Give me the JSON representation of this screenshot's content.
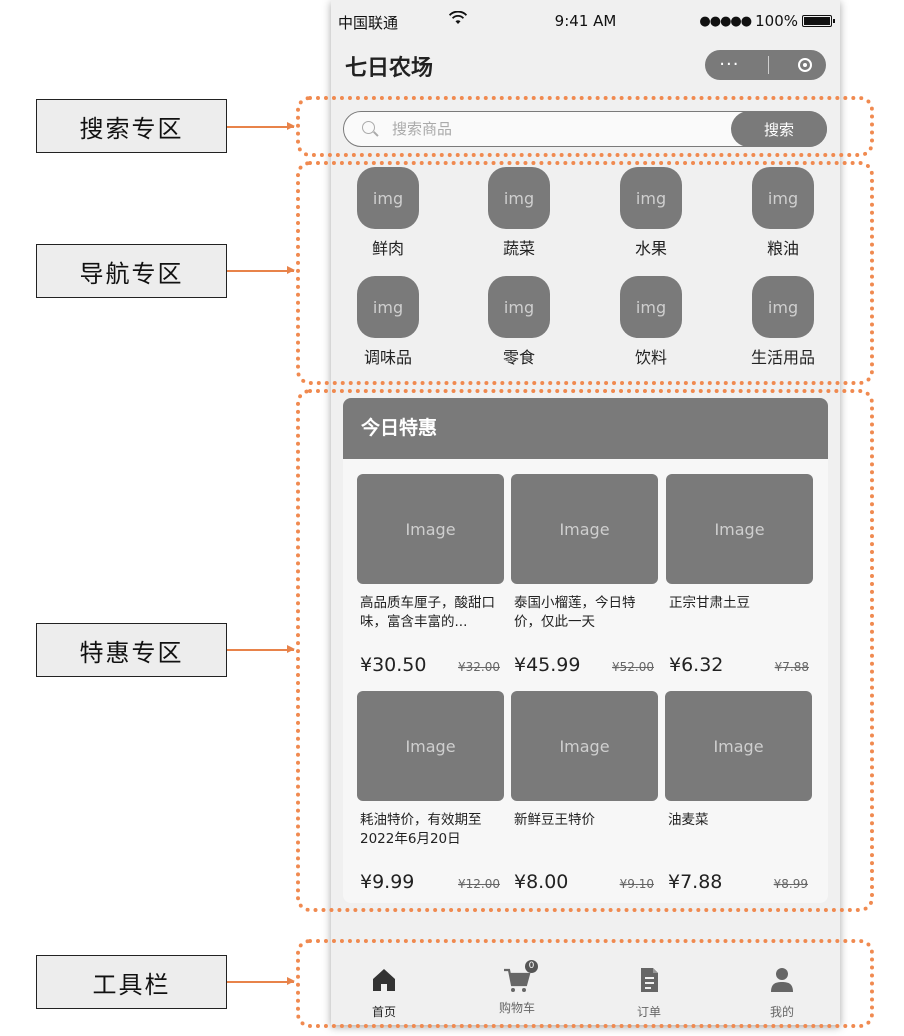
{
  "status_bar": {
    "carrier": "中国联通",
    "time": "9:41 AM",
    "signal": "●●●●●",
    "battery": "100%"
  },
  "app": {
    "title": "七日农场",
    "capsule_more": "···"
  },
  "search": {
    "placeholder": "搜索商品",
    "button_label": "搜索"
  },
  "categories": [
    {
      "img": "img",
      "label": "鲜肉"
    },
    {
      "img": "img",
      "label": "蔬菜"
    },
    {
      "img": "img",
      "label": "水果"
    },
    {
      "img": "img",
      "label": "粮油"
    },
    {
      "img": "img",
      "label": "调味品"
    },
    {
      "img": "img",
      "label": "零食"
    },
    {
      "img": "img",
      "label": "饮料"
    },
    {
      "img": "img",
      "label": "生活用品"
    }
  ],
  "deals": {
    "title": "今日特惠",
    "products": [
      {
        "img": "Image",
        "name": "高品质车厘子，酸甜口味，富含丰富的...",
        "price": "¥30.50",
        "old_price": "¥32.00"
      },
      {
        "img": "Image",
        "name": "泰国小榴莲，今日特价，仅此一天",
        "price": "¥45.99",
        "old_price": "¥52.00"
      },
      {
        "img": "Image",
        "name": "正宗甘肃土豆",
        "price": "¥6.32",
        "old_price": "¥7.88"
      },
      {
        "img": "Image",
        "name": "耗油特价，有效期至2022年6月20日",
        "price": "¥9.99",
        "old_price": "¥12.00"
      },
      {
        "img": "Image",
        "name": "新鲜豆王特价",
        "price": "¥8.00",
        "old_price": "¥9.10"
      },
      {
        "img": "Image",
        "name": "油麦菜",
        "price": "¥7.88",
        "old_price": "¥8.99"
      }
    ]
  },
  "tab_bar": {
    "tabs": [
      {
        "label": "首页",
        "icon": "home-icon",
        "active": true
      },
      {
        "label": "购物车",
        "icon": "cart-icon",
        "badge": "0"
      },
      {
        "label": "订单",
        "icon": "order-icon"
      },
      {
        "label": "我的",
        "icon": "user-icon"
      }
    ]
  },
  "annotations": {
    "search": "搜索专区",
    "nav": "导航专区",
    "deals": "特惠专区",
    "toolbar": "工具栏"
  },
  "colors": {
    "accent_frame": "#f08a50",
    "arrow": "#e8834a",
    "placeholder_gray": "#7a7a7a"
  }
}
